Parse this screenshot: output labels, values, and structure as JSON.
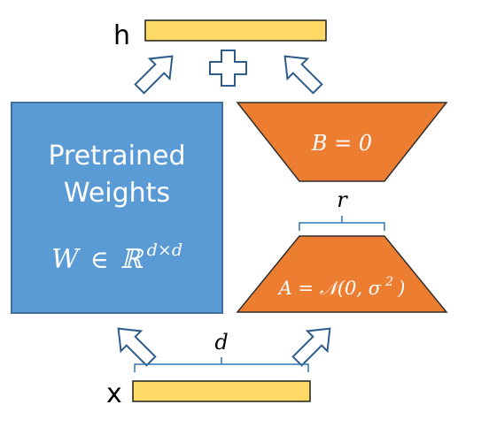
{
  "colors": {
    "pretrained_fill": "#5b9bd5",
    "pretrained_stroke": "#41719c",
    "adapter_fill": "#ed7d31",
    "adapter_stroke": "#2f2f2f",
    "vector_fill": "#ffd966",
    "vector_stroke": "#1f1f1f",
    "arrow_stroke": "#2e5c8a",
    "brace_stroke": "#2e75b6"
  },
  "output_label": "h",
  "input_label": "x",
  "pretrained": {
    "line1": "Pretrained",
    "line2": "Weights",
    "formula": {
      "var": "W",
      "in": "∈",
      "space": "ℝ",
      "exponent": "d×d"
    }
  },
  "matrix_b": {
    "label": "B = 0"
  },
  "matrix_a": {
    "prefix": "A = 𝒩(0, σ",
    "exponent": "2",
    "suffix": ")"
  },
  "rank_label": "r",
  "dim_label": "d",
  "icons": {
    "plus": "plus-icon",
    "arrow": "hollow-arrow-icon"
  }
}
